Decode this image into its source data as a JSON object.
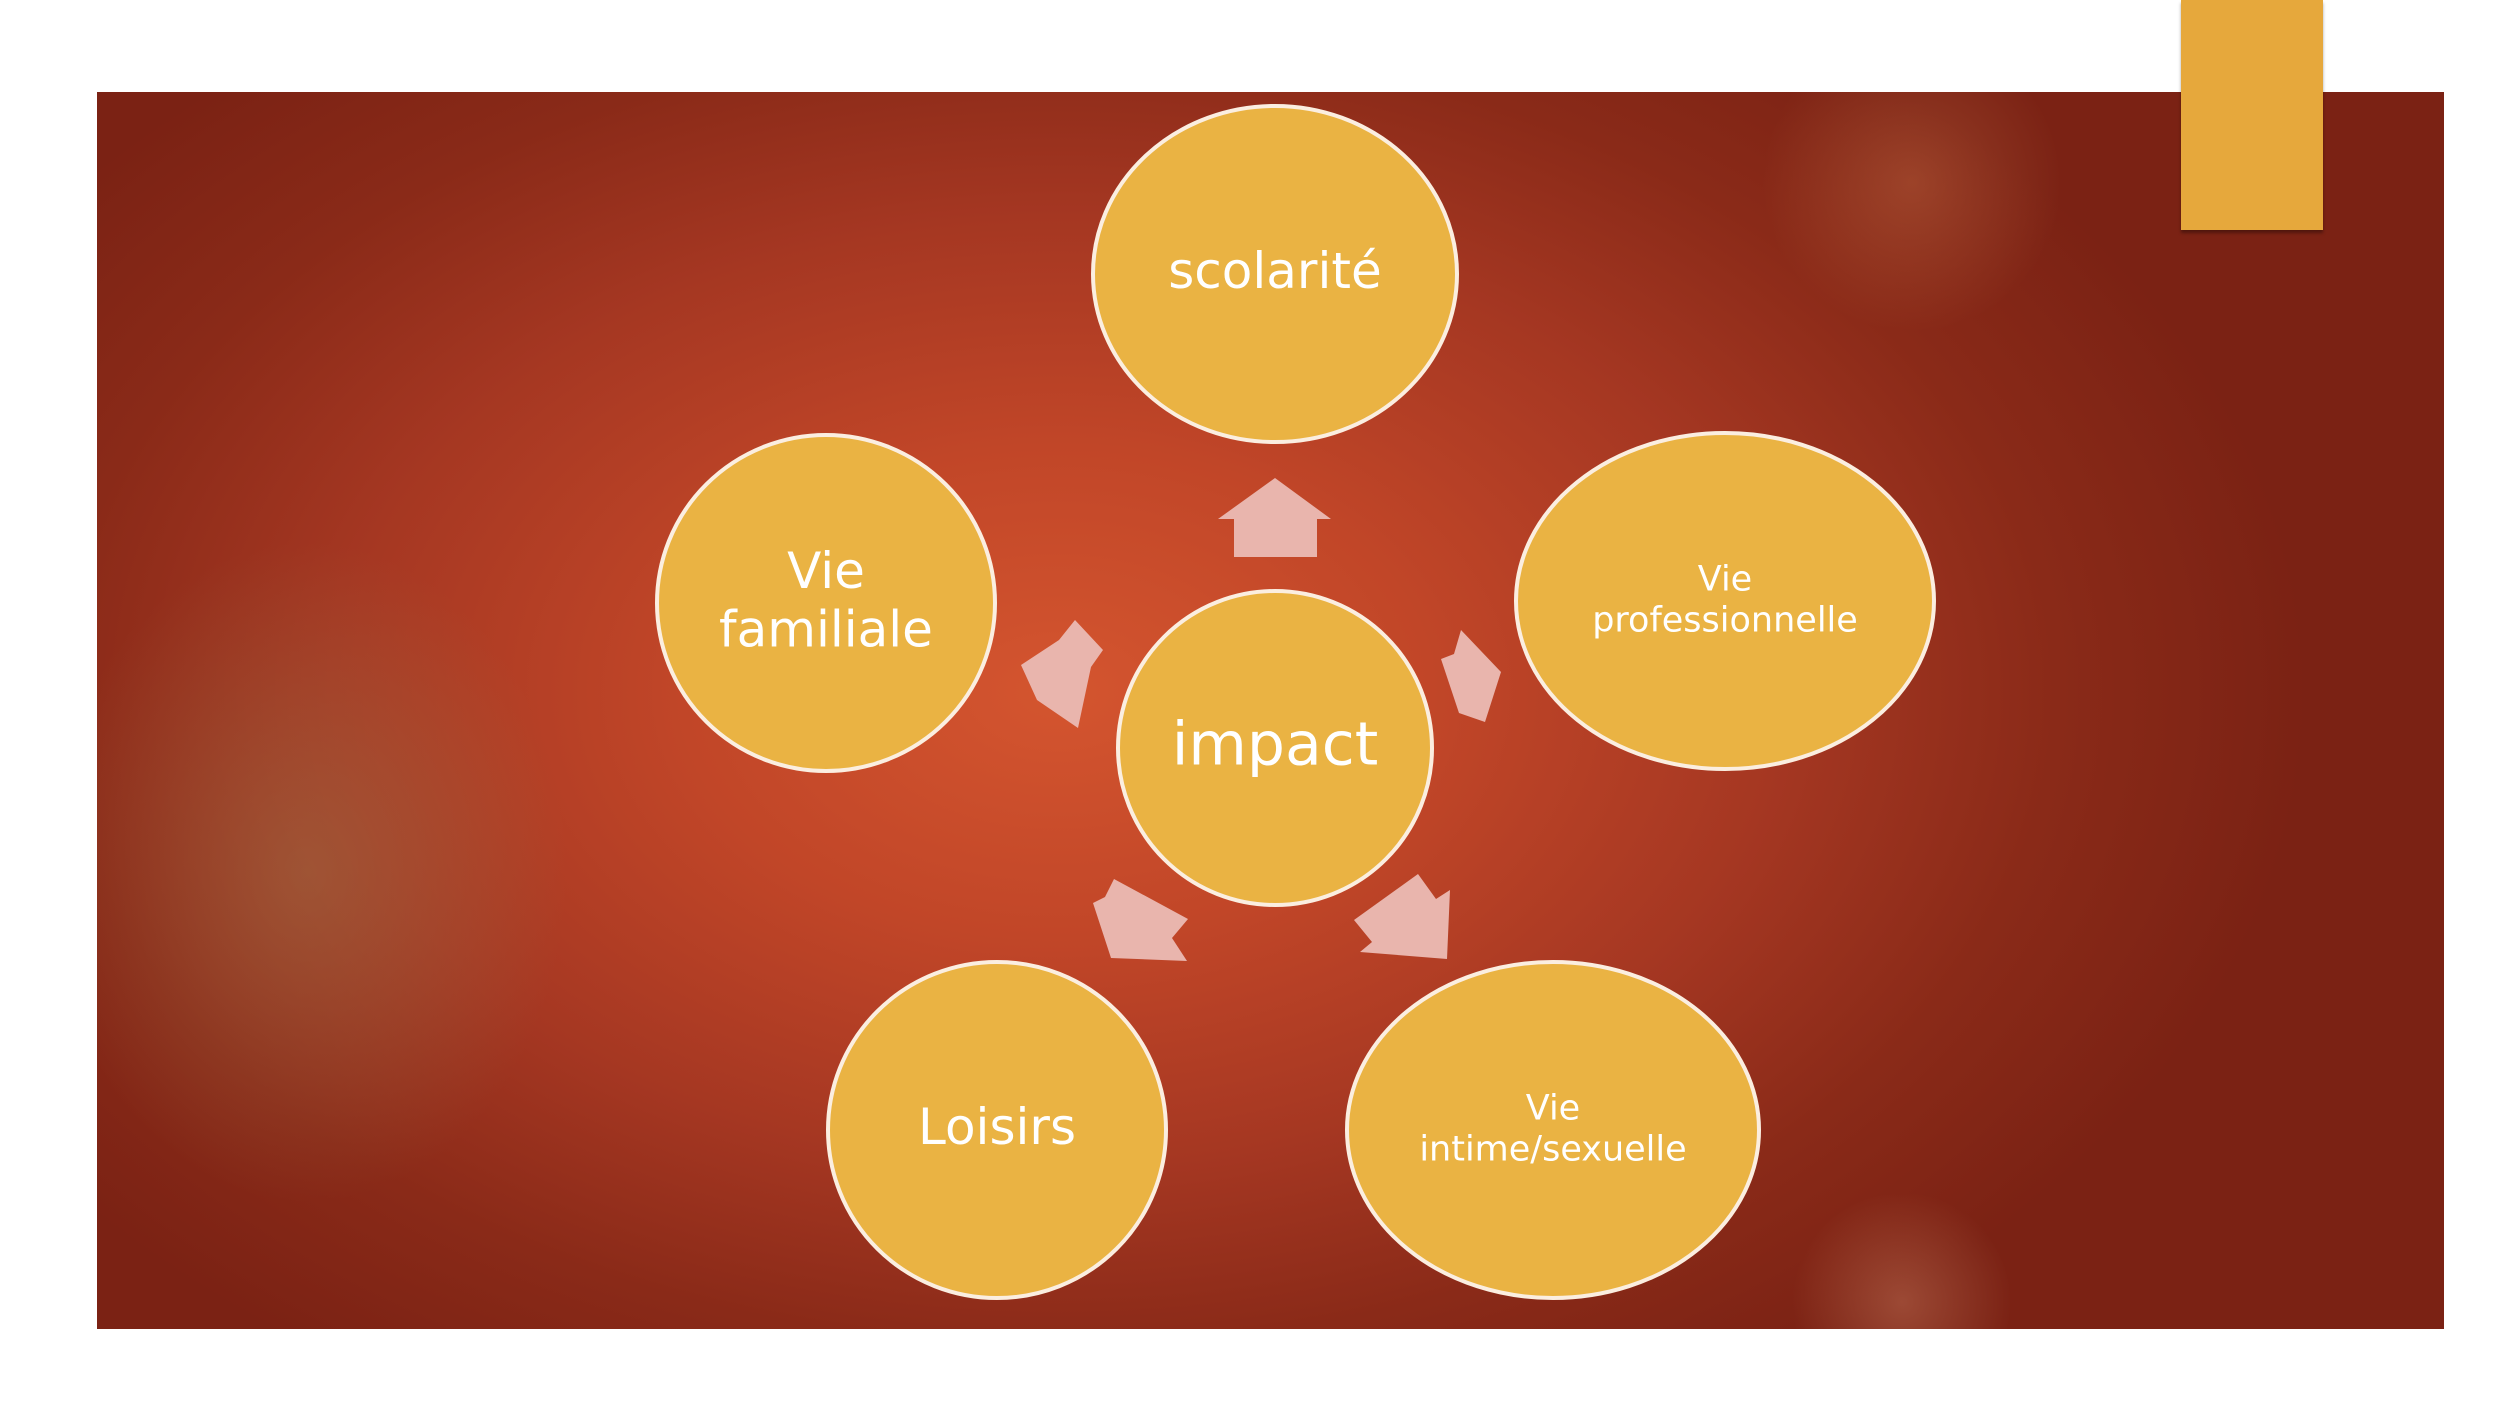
{
  "diagram": {
    "center": {
      "label": "impact"
    },
    "nodes": [
      {
        "id": "scolarite",
        "lines": [
          "scolarité"
        ]
      },
      {
        "id": "vie-professionnelle",
        "lines": [
          "Vie",
          "professionnelle"
        ]
      },
      {
        "id": "vie-intime-sexuelle",
        "lines": [
          "Vie",
          "intime/sexuelle"
        ]
      },
      {
        "id": "loisirs",
        "lines": [
          "Loisirs"
        ]
      },
      {
        "id": "vie-familiale",
        "lines": [
          "Vie",
          "familiale"
        ]
      }
    ]
  },
  "colors": {
    "node_fill": "#eab343",
    "node_stroke": "#fbeee0",
    "arrow_fill": "#e9b5ad",
    "accent_tab": "#e6a83c",
    "background_center": "#d4552f",
    "background_edge": "#7b2214"
  }
}
